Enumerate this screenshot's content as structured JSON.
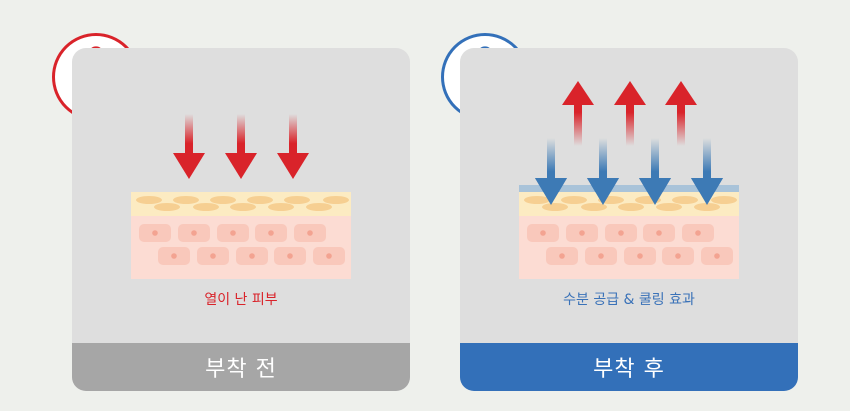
{
  "colors": {
    "hot": "#d9232a",
    "cold": "#3370b9",
    "panel_bg": "#dedede",
    "page_bg": "#eef0ec",
    "before_footer": "#a6a6a6",
    "after_footer": "#3370b9",
    "epidermis": "#fcebc2",
    "epidermis_cell": "#f6cf92",
    "dermis": "#fcdcd3",
    "dermis_cell": "#f9c8bb",
    "nucleus": "#f3a391",
    "film": "#a9c3d9"
  },
  "before": {
    "badge_icon": "thermometer-up-icon",
    "caption": "열이 난 피부",
    "footer_label": "부착 전",
    "heat_arrows_down": 3
  },
  "after": {
    "badge_icon": "thermometer-down-icon",
    "caption": "수분 공급 & 쿨링 효과",
    "footer_label": "부착 후",
    "heat_arrows_up": 3,
    "moisture_arrows_down": 4
  }
}
